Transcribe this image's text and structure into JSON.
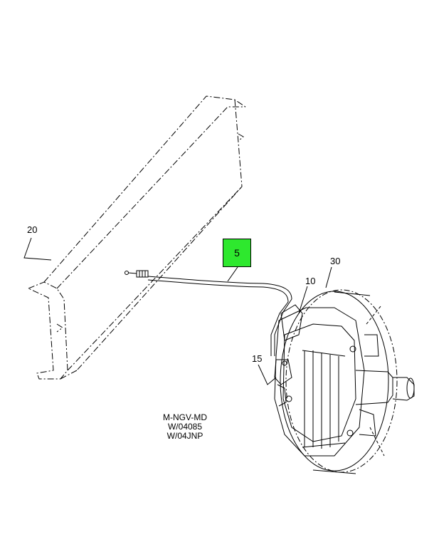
{
  "callouts": {
    "c20": "20",
    "c5": "5",
    "c10": "10",
    "c30": "30",
    "c15": "15"
  },
  "highlight": {
    "color": "#2ee82e"
  },
  "reference": {
    "line1": "M-NGV-MD",
    "line2": "W/04085",
    "line3": "W/04JNP"
  }
}
